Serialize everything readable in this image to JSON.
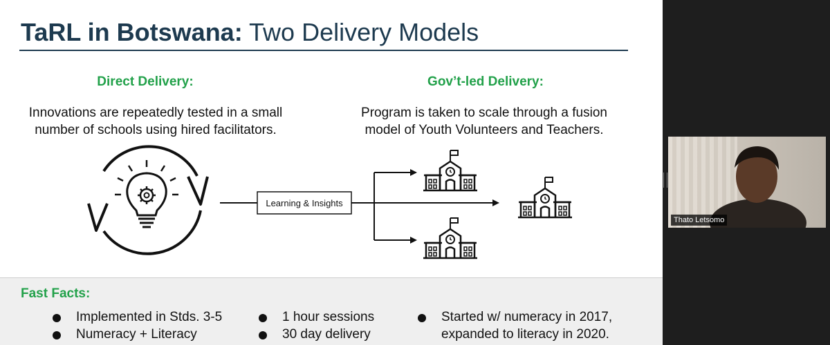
{
  "slide": {
    "title_bold": "TaRL in Botswana:",
    "title_rest": " Two Delivery Models",
    "left": {
      "heading": "Direct Delivery:",
      "line1": "Innovations are repeatedly tested in a small",
      "line2": "number of schools using hired facilitators."
    },
    "right": {
      "heading": "Gov’t-led Delivery:",
      "line1": "Program is taken to scale through a fusion",
      "line2": "model of Youth Volunteers and Teachers."
    },
    "diagram": {
      "box_label": "Learning & Insights",
      "icons": [
        "lightbulb-gear-cycle-icon",
        "school-icon",
        "school-icon",
        "school-icon"
      ]
    },
    "facts": {
      "title": "Fast Facts:",
      "col1": [
        "Implemented in Stds. 3-5",
        "Numeracy + Literacy"
      ],
      "col2": [
        "1 hour sessions",
        "30 day delivery"
      ],
      "col3": [
        "Started w/ numeracy in 2017,",
        "expanded to literacy in 2020."
      ]
    }
  },
  "participant": {
    "name": "Thato Letsomo"
  }
}
